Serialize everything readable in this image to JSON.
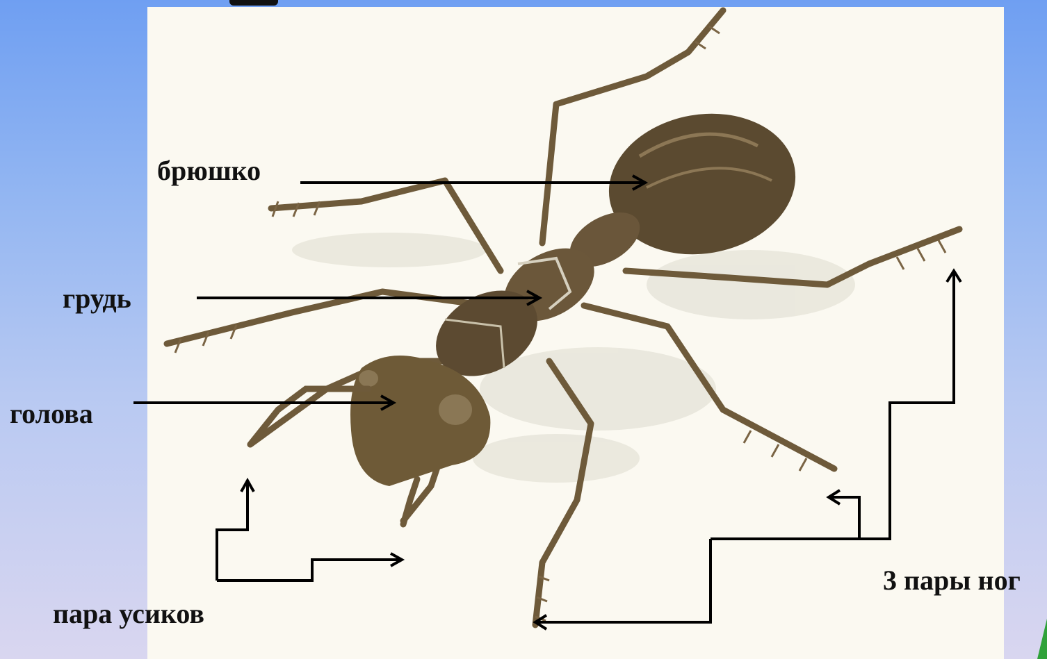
{
  "labels": {
    "abdomen": "брюшко",
    "thorax": "грудь",
    "head": "голова",
    "antennae": "пара усиков",
    "legs": "3 пары ног"
  }
}
